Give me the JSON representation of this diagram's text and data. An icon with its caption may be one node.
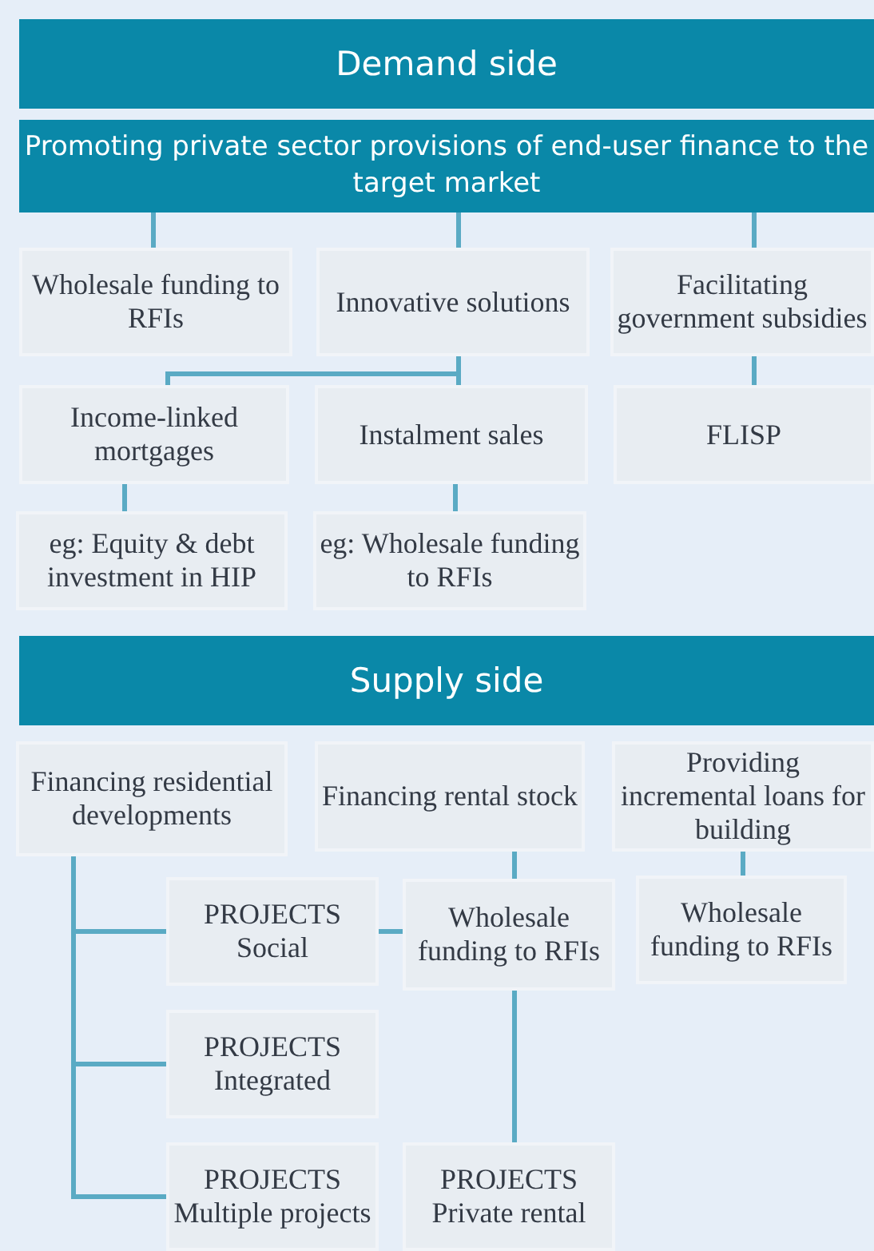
{
  "diagram": {
    "nodes": [
      {
        "text": [
          "Demand side"
        ]
      },
      {
        "text": [
          "Promoting private sector provisions of end-user finance to the target market"
        ]
      },
      {
        "text": [
          "Wholesale funding to RFIs"
        ]
      },
      {
        "text": [
          "Innovative solutions"
        ]
      },
      {
        "text": [
          "Facilitating government subsidies"
        ]
      },
      {
        "text": [
          "Income-linked mortgages"
        ]
      },
      {
        "text": [
          "Instalment sales"
        ]
      },
      {
        "text": [
          "FLISP"
        ]
      },
      {
        "text": [
          "eg: Equity & debt investment in HIP"
        ]
      },
      {
        "text": [
          "eg: Wholesale funding to RFIs"
        ]
      },
      {
        "text": [
          "Supply side"
        ]
      },
      {
        "text": [
          "Financing residential developments"
        ]
      },
      {
        "text": [
          "Financing rental stock"
        ]
      },
      {
        "text": [
          "Providing incremental loans for building"
        ]
      },
      {
        "text": [
          "PROJECTS Social"
        ]
      },
      {
        "text": [
          "Wholesale funding to RFIs"
        ]
      },
      {
        "text": [
          "Wholesale funding to RFIs"
        ]
      },
      {
        "text": [
          "PROJECTS Integrated"
        ]
      },
      {
        "text": [
          "PROJECTS Multiple projects"
        ]
      },
      {
        "text": [
          "PROJECTS Private rental"
        ]
      }
    ],
    "edges": [
      {
        "from": 1,
        "to": 2,
        "arrow": "none"
      },
      {
        "from": 1,
        "to": 3,
        "arrow": "none"
      },
      {
        "from": 1,
        "to": 4,
        "arrow": "none"
      },
      {
        "from": 3,
        "to": 5,
        "arrow": "none"
      },
      {
        "from": 3,
        "to": 6,
        "arrow": "none"
      },
      {
        "from": 4,
        "to": 7,
        "arrow": "none"
      },
      {
        "from": 5,
        "to": 8,
        "arrow": "none"
      },
      {
        "from": 6,
        "to": 9,
        "arrow": "none"
      },
      {
        "from": 11,
        "to": 14,
        "arrow": "none"
      },
      {
        "from": 11,
        "to": 17,
        "arrow": "none"
      },
      {
        "from": 11,
        "to": 18,
        "arrow": "none"
      },
      {
        "from": 14,
        "to": 15,
        "arrow": "none"
      },
      {
        "from": 12,
        "to": 15,
        "arrow": "none"
      },
      {
        "from": 15,
        "to": 19,
        "arrow": "none"
      },
      {
        "from": 13,
        "to": 16,
        "arrow": "none"
      }
    ]
  }
}
